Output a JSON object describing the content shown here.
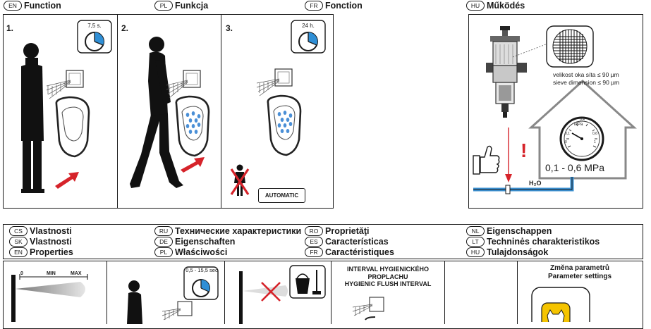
{
  "function_headers": [
    {
      "code": "EN",
      "label": "Function"
    },
    {
      "code": "PL",
      "label": "Funkcja"
    },
    {
      "code": "FR",
      "label": "Fonction"
    },
    {
      "code": "HU",
      "label": "Működés"
    }
  ],
  "steps": [
    {
      "number": "1.",
      "timer": "7,5 s."
    },
    {
      "number": "2."
    },
    {
      "number": "3.",
      "timer": "24 h."
    }
  ],
  "automatic_label": "AUTOMATIC",
  "filter": {
    "sieve_cs": "velikost oka síta ≤ 90 µm",
    "sieve_en": "sieve dimension ≤ 90 µm",
    "pressure_range": "0,1 - 0,6 MPa",
    "gauge_unit": "MPa",
    "gauge_ticks": [
      "0",
      "0,1",
      "0,4",
      "0,6",
      "1"
    ],
    "water_label": "H₂O",
    "warning": "!"
  },
  "properties_headers": [
    [
      {
        "code": "CS",
        "label": "Vlastnosti"
      },
      {
        "code": "SK",
        "label": "Vlastnosti"
      },
      {
        "code": "EN",
        "label": "Properties"
      }
    ],
    [
      {
        "code": "RU",
        "label": "Технические характеристики"
      },
      {
        "code": "DE",
        "label": "Eigenschaften"
      },
      {
        "code": "PL",
        "label": "Właściwości"
      }
    ],
    [
      {
        "code": "RO",
        "label": "Proprietăţi"
      },
      {
        "code": "ES",
        "label": "Características"
      },
      {
        "code": "FR",
        "label": "Caractéristiques"
      }
    ],
    [
      {
        "code": "NL",
        "label": "Eigenschappen"
      },
      {
        "code": "LT",
        "label": "Techninės charakteristikos"
      },
      {
        "code": "HU",
        "label": "Tulajdonságok"
      }
    ]
  ],
  "properties": {
    "range_min": "MIN",
    "range_max": "MAX",
    "range_zero": "0",
    "interval_range": "0,5 - 15,5 sec",
    "hygienic_cs_1": "INTERVAL HYGIENICKÉHO",
    "hygienic_cs_2": "PROPLACHU",
    "hygienic_en": "HYGIENIC FLUSH INTERVAL",
    "params_cs": "Změna parametrů",
    "params_en": "Parameter settings"
  },
  "colors": {
    "accent_blue": "#2f8fd6",
    "arrow_red": "#d6232a",
    "pipe_blue": "#3a8fd0"
  }
}
